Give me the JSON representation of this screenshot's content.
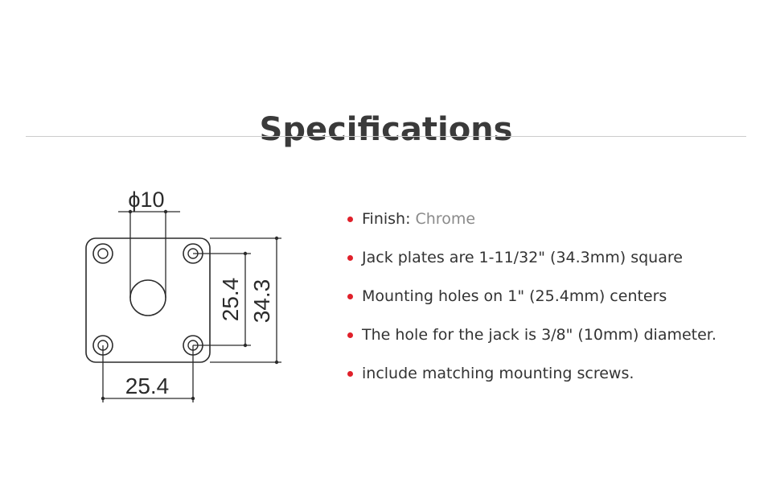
{
  "page": {
    "title": "Specifications"
  },
  "diagram": {
    "hole_label": "ϕ10",
    "height_inner_label": "25.4",
    "height_outer_label": "34.3",
    "width_label": "25.4"
  },
  "specs": [
    {
      "label": "Finish:",
      "value": "Chrome"
    },
    {
      "label": "Jack plates are 1-11/32\" (34.3mm) square"
    },
    {
      "label": "Mounting holes on 1\" (25.4mm) centers"
    },
    {
      "label": "The hole for the jack is 3/8\" (10mm) diameter."
    },
    {
      "label": "include matching mounting screws."
    }
  ],
  "colors": {
    "bullet": "#e0202a",
    "title": "#3a3a3a",
    "text": "#333333",
    "value": "#8a8a8a",
    "divider": "#cccccc"
  }
}
